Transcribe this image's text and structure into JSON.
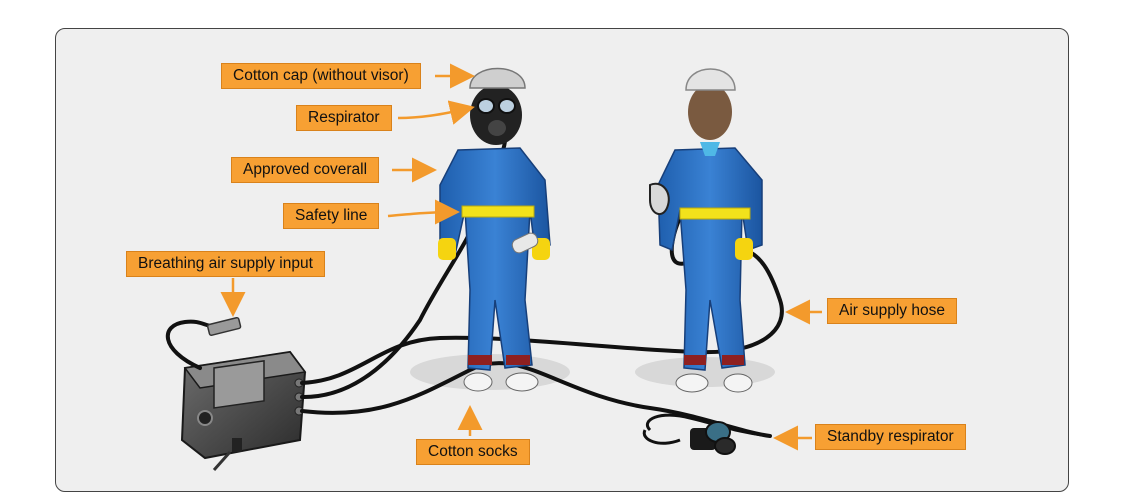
{
  "diagram": {
    "labels": {
      "cotton_cap": "Cotton cap (without visor)",
      "respirator": "Respirator",
      "approved_coverall": "Approved coverall",
      "safety_line": "Safety line",
      "breathing_air_supply_input": "Breathing air supply input",
      "air_supply_hose": "Air supply hose",
      "standby_respirator": "Standby respirator",
      "cotton_socks": "Cotton socks"
    },
    "colors": {
      "panel_background": "#efefef",
      "callout_fill": "#f7a033",
      "leader_line": "#f39a2c",
      "coverall_blue": "#2b6fc0",
      "belt_yellow": "#f2e21b",
      "hose_black": "#111111",
      "glove_yellow": "#f5d410"
    }
  }
}
